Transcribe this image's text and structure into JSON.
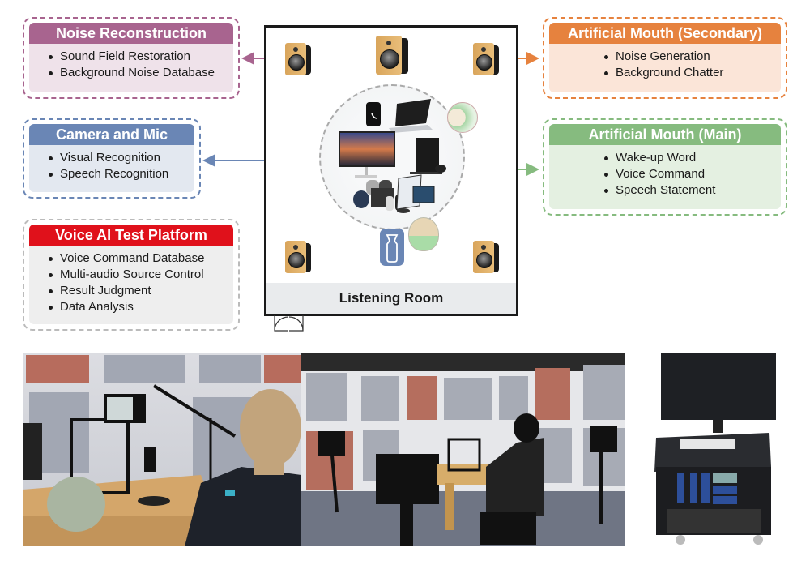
{
  "panels": {
    "noise_reconstruction": {
      "title": "Noise Reconstruction",
      "items": [
        "Sound Field Restoration",
        "Background Noise Database"
      ],
      "colors": {
        "header": "#a8648f",
        "body": "#efe2ea",
        "border": "#a8648f"
      }
    },
    "camera_and_mic": {
      "title": "Camera and Mic",
      "items": [
        "Visual Recognition",
        "Speech Recognition"
      ],
      "colors": {
        "header": "#6a86b5",
        "body": "#e3e8f0",
        "border": "#6a86b5"
      }
    },
    "voice_ai_test_platform": {
      "title": "Voice AI Test Platform",
      "items": [
        "Voice Command Database",
        "Multi-audio Source Control",
        "Result Judgment",
        "Data Analysis"
      ],
      "colors": {
        "header": "#e0111b",
        "body": "#eeeeee",
        "border": "#bbbbbb"
      }
    },
    "artificial_mouth_secondary": {
      "title": "Artificial Mouth (Secondary)",
      "items": [
        "Noise Generation",
        "Background Chatter"
      ],
      "colors": {
        "header": "#e6823e",
        "body": "#fbe5d8",
        "border": "#e6823e"
      }
    },
    "artificial_mouth_main": {
      "title": "Artificial Mouth (Main)",
      "items": [
        "Wake-up Word",
        "Voice Command",
        "Speech Statement"
      ],
      "colors": {
        "header": "#86bb7f",
        "body": "#e4f0e1",
        "border": "#86bb7f"
      }
    }
  },
  "room": {
    "label": "Listening Room",
    "speakers": [
      "front-left",
      "front-center",
      "front-right",
      "rear-left",
      "rear-right"
    ],
    "devices": [
      "smartphone",
      "laptop",
      "monitor",
      "game-console",
      "smart-speakers",
      "tablets"
    ]
  },
  "connections": [
    {
      "from": "speaker-front-left",
      "to": "noise_reconstruction",
      "color": "#a8648f"
    },
    {
      "from": "camera-mic",
      "to": "camera_and_mic",
      "color": "#6a86b5"
    },
    {
      "from": "artificial-mouth-secondary",
      "to": "artificial_mouth_secondary",
      "color": "#e6823e"
    },
    {
      "from": "artificial-mouth-main",
      "to": "artificial_mouth_main",
      "color": "#86bb7f"
    }
  ],
  "photos": [
    "test-bench-with-head-simulator",
    "listening-room-overview",
    "test-platform-rack"
  ]
}
